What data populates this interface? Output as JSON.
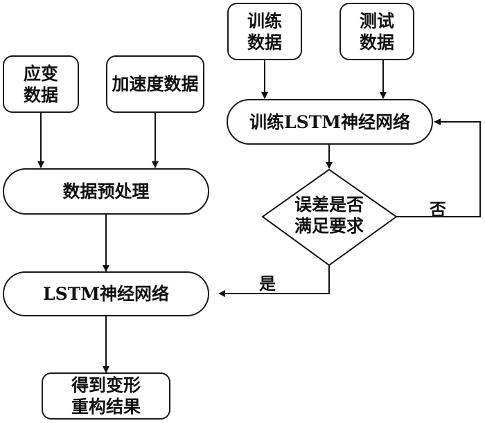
{
  "diagram": {
    "nodes": {
      "strain_data": "应变\n数据",
      "accel_data": "加速度数据",
      "train_data": "训练\n数据",
      "test_data": "测试\n数据",
      "train_lstm": "训练LSTM神经网络",
      "preprocess": "数据预处理",
      "decision": "误差是否\n满足要求",
      "lstm_net": "LSTM神经网络",
      "result": "得到变形\n重构结果"
    },
    "edge_labels": {
      "no": "否",
      "yes": "是"
    }
  }
}
